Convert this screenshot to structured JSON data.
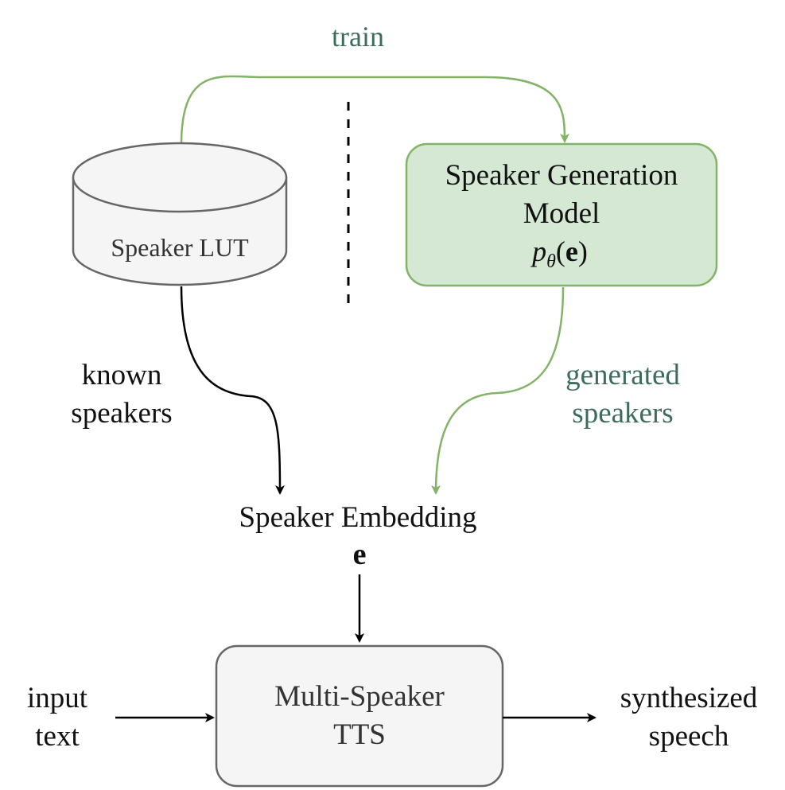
{
  "labels": {
    "train": "train",
    "lut": "Speaker LUT",
    "gen_line1": "Speaker Generation",
    "gen_line2": "Model",
    "gen_formula_p": "p",
    "gen_formula_sub": "θ",
    "gen_formula_arg": "e",
    "known_line1": "known",
    "known_line2": "speakers",
    "generated_line1": "generated",
    "generated_line2": "speakers",
    "embedding": "Speaker Embedding",
    "embedding_symbol": "e",
    "tts_line1": "Multi-Speaker",
    "tts_line2": "TTS",
    "input_line1": "input",
    "input_line2": "text",
    "output_line1": "synthesized",
    "output_line2": "speech"
  },
  "colors": {
    "green_stroke": "#82b366",
    "green_fill": "#d5e8d4",
    "green_text": "#3d6b5c",
    "gray_stroke": "#666666",
    "gray_fill": "#f5f5f5",
    "black": "#000000"
  }
}
